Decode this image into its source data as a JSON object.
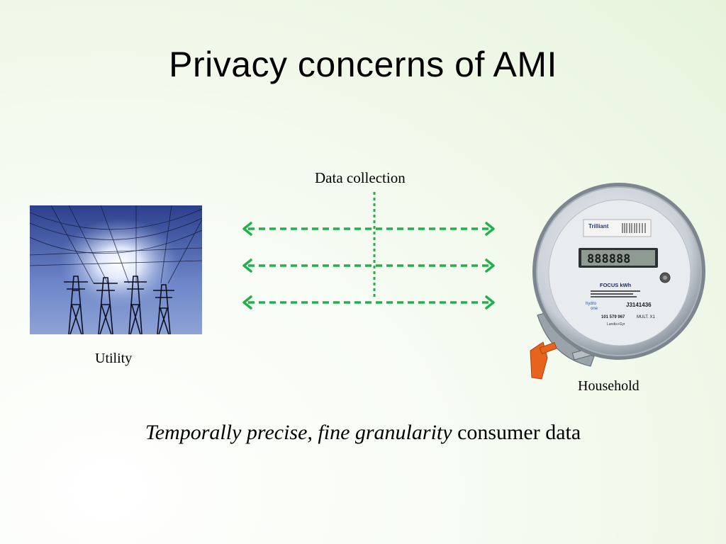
{
  "slide": {
    "title": "Privacy concerns of AMI",
    "data_collection_label": "Data collection",
    "utility_label": "Utility",
    "household_label": "Household",
    "tagline_italic": "Temporally precise, fine granularity",
    "tagline_rest": " consumer data"
  },
  "meter_display": {
    "brand": "Trilliant",
    "model": "FOCUS kWh",
    "reading": "888888",
    "meter_id": "J3141436",
    "multiplier": "MULT. X1",
    "serial": "101 579 967",
    "maker": "Landis+Gyr",
    "utility_brand_top": "hydro",
    "utility_brand_bottom": "one"
  },
  "colors": {
    "arrow": "#22b04c",
    "seal": "#e8641e"
  }
}
